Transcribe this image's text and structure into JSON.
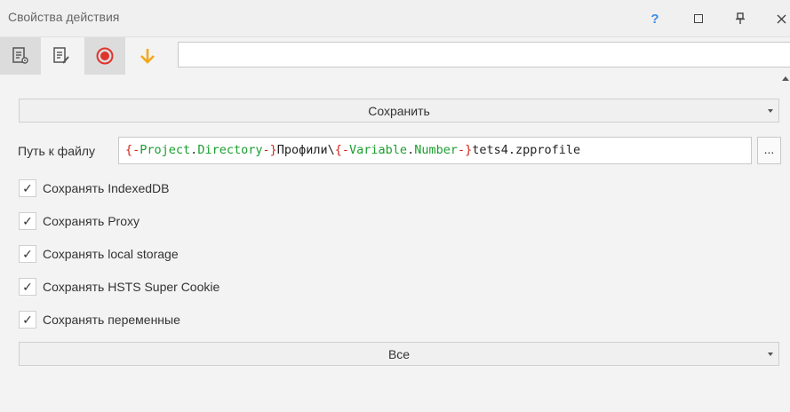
{
  "window": {
    "title": "Свойства действия",
    "help_label": "?"
  },
  "icons": {
    "tool1": "document-settings-icon",
    "tool2": "document-edit-icon",
    "tool3": "record-icon",
    "tool4": "arrow-down-icon"
  },
  "colors": {
    "record": "#e0332d",
    "arrow": "#f5a81c",
    "help": "#3c8ce4",
    "token_brace": "#d4281b",
    "token_name": "#1a9e2e"
  },
  "toolbar": {
    "input_value": ""
  },
  "action": {
    "selected": "Сохранить"
  },
  "path": {
    "label": "Путь к файлу",
    "token1_open": "{-",
    "token1_name": "Project",
    "token1_dot": ".",
    "token1_field": "Directory",
    "token1_close": "-}",
    "mid_text": "Профили\\",
    "token2_open": "{-",
    "token2_name": "Variable",
    "token2_dot": ".",
    "token2_field": "Number",
    "token2_close": "-}",
    "tail_text": "tets4.zpprofile",
    "browse_label": "..."
  },
  "options": [
    {
      "label": "Сохранять IndexedDB",
      "checked": true
    },
    {
      "label": "Сохранять Proxy",
      "checked": true
    },
    {
      "label": "Сохранять local storage",
      "checked": true
    },
    {
      "label": "Сохранять HSTS Super Cookie",
      "checked": true
    },
    {
      "label": "Сохранять переменные",
      "checked": true
    }
  ],
  "check_mark": "✓",
  "scope": {
    "selected": "Все"
  }
}
